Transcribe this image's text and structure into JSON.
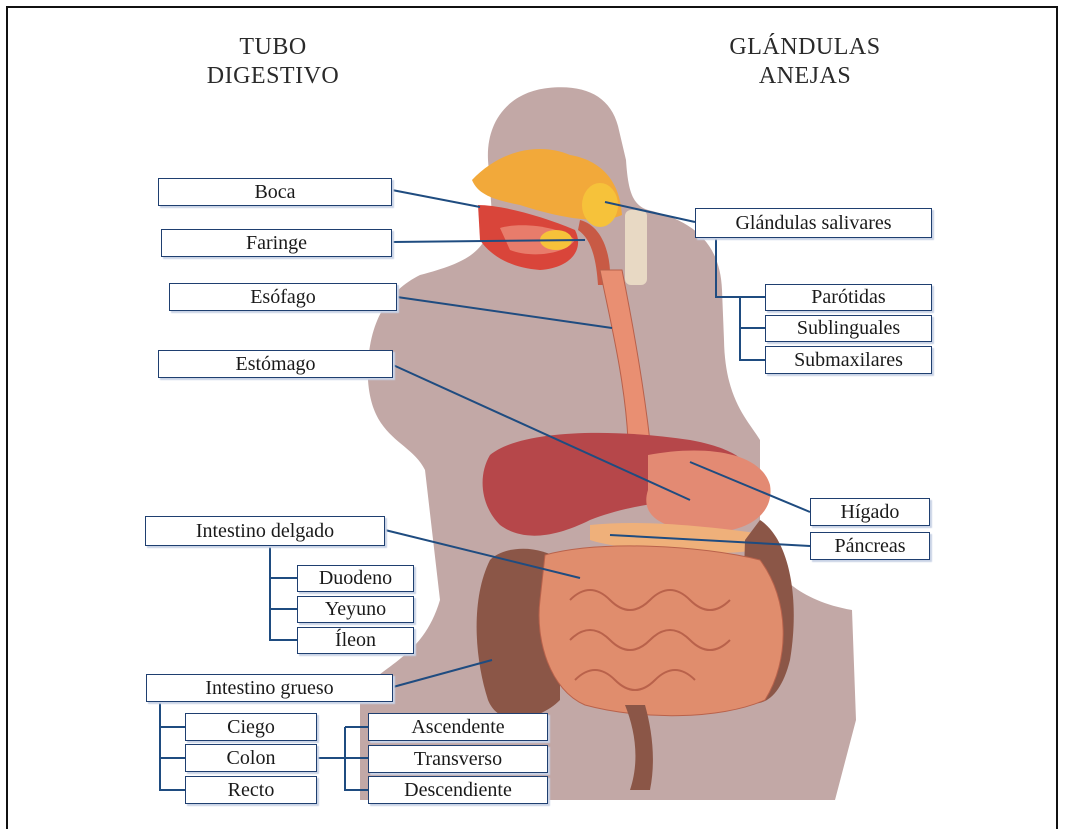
{
  "headings": {
    "left": [
      "TUBO",
      "DIGESTIVO"
    ],
    "right": [
      "GLÁNDULAS",
      "ANEJAS"
    ]
  },
  "tubo_digestivo": {
    "boca": "Boca",
    "faringe": "Faringe",
    "esofago": "Esófago",
    "estomago": "Estómago",
    "intestino_delgado": {
      "label": "Intestino delgado",
      "parts": [
        "Duodeno",
        "Yeyuno",
        "Íleon"
      ]
    },
    "intestino_grueso": {
      "label": "Intestino grueso",
      "parts": [
        "Ciego",
        "Colon",
        "Recto"
      ],
      "colon_parts": [
        "Ascendente",
        "Transverso",
        "Descendiente"
      ]
    }
  },
  "glandulas_anejas": {
    "salivares": {
      "label": "Glándulas salivares",
      "parts": [
        "Parótidas",
        "Sublinguales",
        "Submaxilares"
      ]
    },
    "higado": "Hígado",
    "pancreas": "Páncreas"
  },
  "colors": {
    "silhouette": "#c2a8a6",
    "connector": "#1f4c80",
    "label_border": "#1f3f70"
  }
}
